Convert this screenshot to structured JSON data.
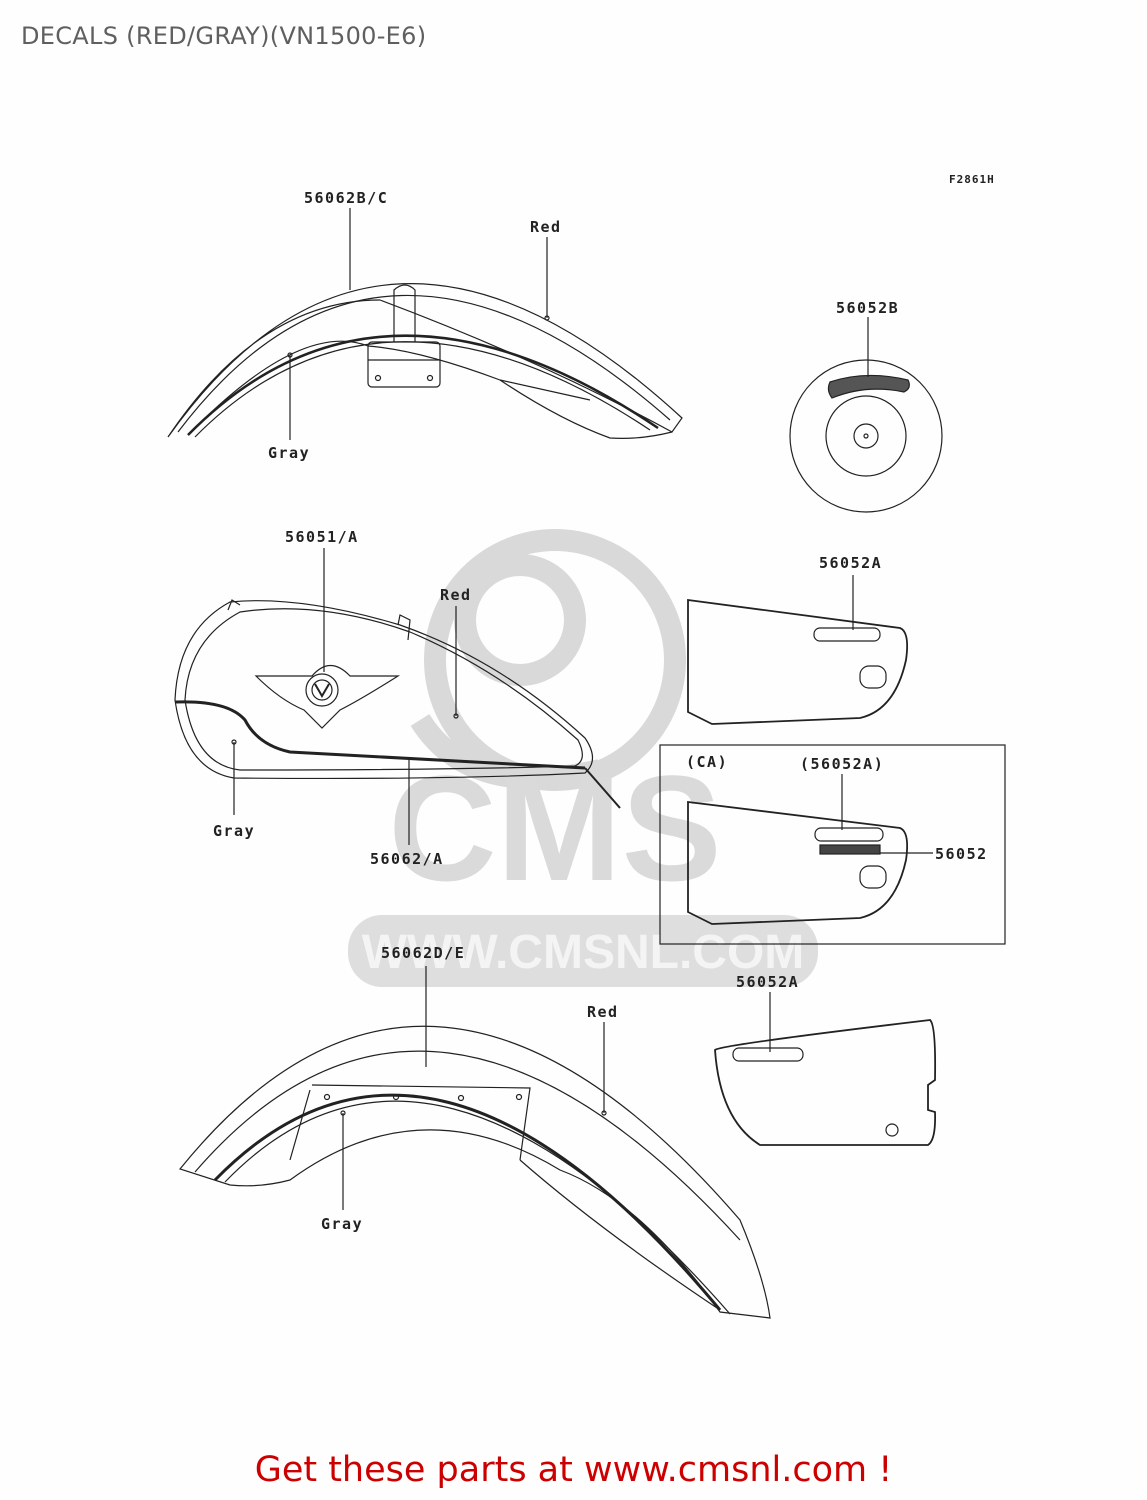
{
  "page": {
    "title": "DECALS (RED/GRAY)(VN1500-E6)",
    "figure_code": "F2861H",
    "footer": "Get these parts at www.cmsnl.com !"
  },
  "watermark": {
    "logo_text": "CMS",
    "url_text": "WWW.CMSNL.COM"
  },
  "colors": {
    "title": "#5f5f5f",
    "footer": "#cc0000",
    "line": "#222222",
    "watermark": "#d8d8d8"
  },
  "callouts": {
    "front_fender": {
      "part": "56062B/C",
      "red": "Red",
      "gray": "Gray"
    },
    "air_cleaner": {
      "part": "56052B"
    },
    "fuel_tank": {
      "emblem_part": "56051/A",
      "stripe_part": "56062/A",
      "red": "Red",
      "gray": "Gray"
    },
    "side_cover_upper": {
      "part": "56052A"
    },
    "ca_box": {
      "region": "(CA)",
      "part_ref": "(56052A)",
      "part": "56052"
    },
    "rear_fender": {
      "part": "56062D/E",
      "red": "Red",
      "gray": "Gray"
    },
    "side_cover_lower": {
      "part": "56052A"
    }
  }
}
